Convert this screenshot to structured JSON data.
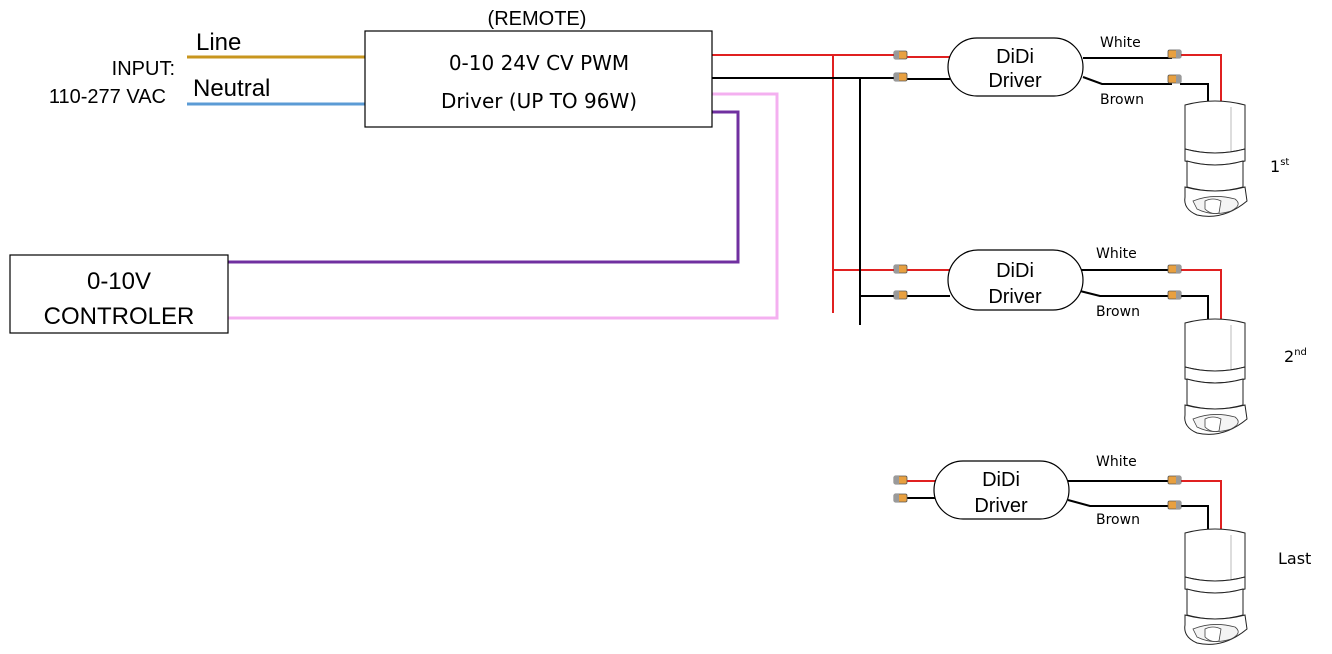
{
  "header": {
    "remote_label": "(REMOTE)"
  },
  "input": {
    "label": "INPUT:",
    "voltage": "110-277 VAC",
    "line_label": "Line",
    "neutral_label": "Neutral"
  },
  "driver": {
    "line1": "0-10 24V CV PWM",
    "line2": "Driver (UP TO 96W)"
  },
  "controller": {
    "line1": "0-10V",
    "line2": "CONTROLER"
  },
  "didi_units": [
    {
      "name_line1": "DiDi",
      "name_line2": "Driver",
      "wire_top": "White",
      "wire_bottom": "Brown",
      "position_label": "1",
      "position_sup": "st"
    },
    {
      "name_line1": "DiDi",
      "name_line2": "Driver",
      "wire_top": "White",
      "wire_bottom": "Brown",
      "position_label": "2",
      "position_sup": "nd"
    },
    {
      "name_line1": "DiDi",
      "name_line2": "Driver",
      "wire_top": "White",
      "wire_bottom": "Brown",
      "position_label": "Last",
      "position_sup": ""
    }
  ],
  "colors": {
    "line_wire": "#C8961E",
    "neutral_wire": "#5B9BD5",
    "positive_wire": "#E02020",
    "negative_wire": "#000000",
    "dim_purple": "#7030A0",
    "dim_pink": "#F4B0F0",
    "connector_fill": "#E8A040"
  }
}
